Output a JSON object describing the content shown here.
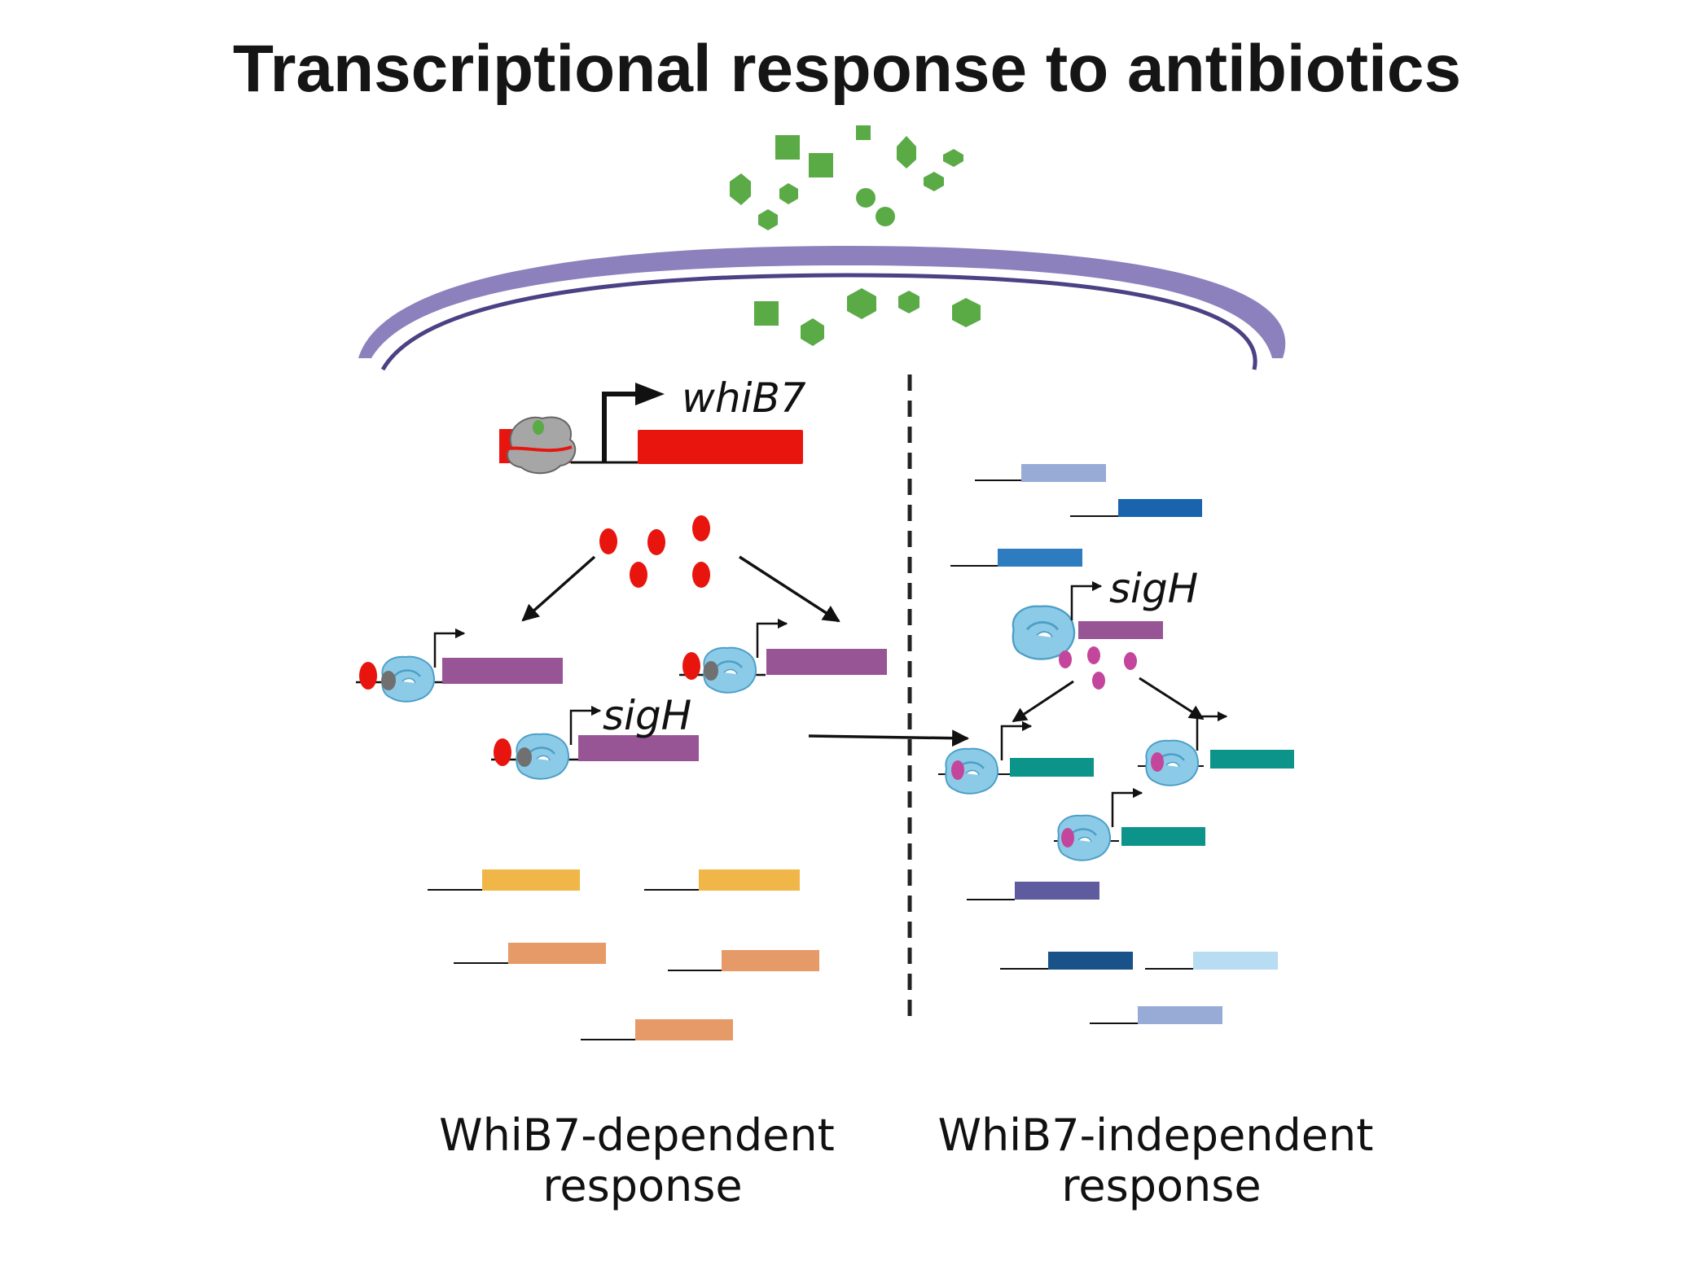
{
  "title": "Transcriptional response to antibiotics",
  "genes": {
    "whiB7": "whiB7",
    "sigH_left": "sigH",
    "sigH_right": "sigH"
  },
  "captions": {
    "left_line1": "WhiB7-dependent",
    "left_line2": "response",
    "right_line1": "WhiB7-independent",
    "right_line2": "response"
  },
  "colors": {
    "antibiotic": "#5aaa46",
    "membrane": "#8c80bd",
    "membrane_line": "#4a4284",
    "whiB7": "#e8150f",
    "whiB7_protein": "#e8150f",
    "sigH_gene": "#985595",
    "sigH_protein": "#c4469c",
    "polymerase": "#8ccbe8",
    "target_teal": "#0c938a",
    "dependent_yellow": "#f1b648",
    "dependent_orange": "#e69a68",
    "independent_lightblue": "#98aad6",
    "independent_blue": "#1a64ad",
    "independent_midblue": "#2e7cc0",
    "independent_slate": "#5e5b9e",
    "independent_navy": "#195189",
    "independent_pale": "#b8dcf2"
  }
}
